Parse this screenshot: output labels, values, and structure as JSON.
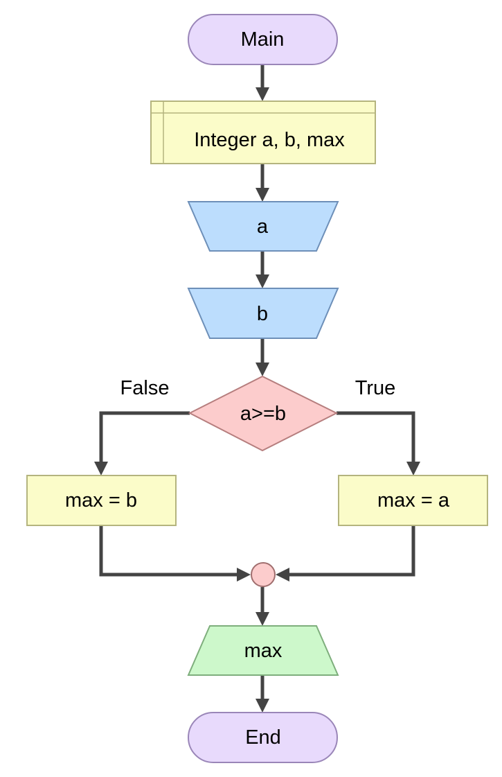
{
  "flowchart": {
    "start": {
      "label": "Main"
    },
    "declare": {
      "label": "Integer a, b, max"
    },
    "input_a": {
      "label": "a"
    },
    "input_b": {
      "label": "b"
    },
    "decision": {
      "label": "a>=b",
      "false_label": "False",
      "true_label": "True"
    },
    "assign_false": {
      "label": "max = b"
    },
    "assign_true": {
      "label": "max = a"
    },
    "output": {
      "label": "max"
    },
    "end": {
      "label": "End"
    }
  },
  "colors": {
    "terminal_fill": "#e8dafc",
    "terminal_stroke": "#9a86b8",
    "process_fill": "#fbfcc9",
    "process_stroke": "#b4b47e",
    "input_fill": "#bcddfd",
    "input_stroke": "#6d8fb8",
    "decision_fill": "#fccccc",
    "decision_stroke": "#b67e7e",
    "output_fill": "#cdf8cb",
    "output_stroke": "#7eae7c",
    "connector_fill": "#fccccc",
    "connector_stroke": "#a06e6e",
    "edge": "#444444"
  }
}
